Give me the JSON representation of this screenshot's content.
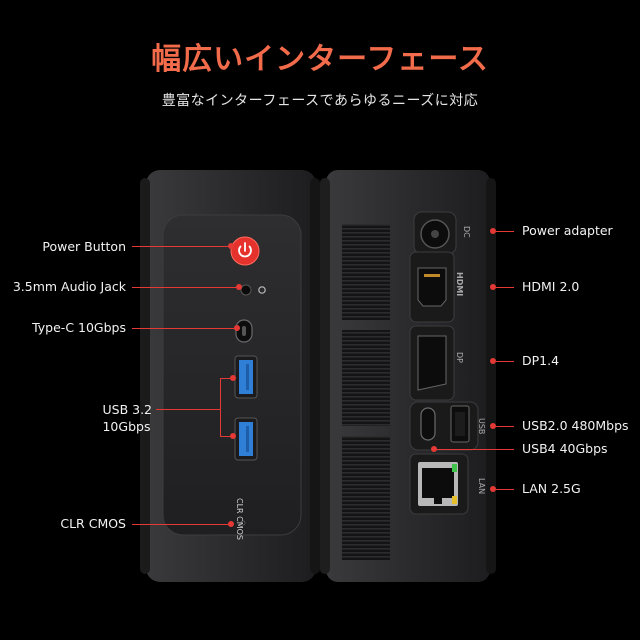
{
  "header": {
    "title": "幅広いインターフェース",
    "subtitle": "豊富なインターフェースであらゆるニーズに対応"
  },
  "front_panel": {
    "clr_cmos_marking": "CLR CMOS",
    "labels": {
      "power_button": "Power Button",
      "audio_jack": "3.5mm Audio Jack",
      "type_c": "Type-C 10Gbps",
      "usb32_line1": "USB 3.2",
      "usb32_line2": "10Gbps",
      "clr_cmos": "CLR CMOS"
    }
  },
  "rear_panel": {
    "port_markings": {
      "dc": "DC",
      "hdmi": "HDMI",
      "dp": "DP",
      "usb": "USB",
      "lan": "LAN"
    },
    "labels": {
      "power_adapter": "Power adapter",
      "hdmi": "HDMI 2.0",
      "dp": "DP1.4",
      "usb2": "USB2.0 480Mbps",
      "usb4": "USB4 40Gbps",
      "lan": "LAN 2.5G"
    }
  },
  "colors": {
    "accent": "#e53935",
    "title": "#f26b4a",
    "usb_blue": "#2f7fd6",
    "power_red": "#e5322d"
  }
}
